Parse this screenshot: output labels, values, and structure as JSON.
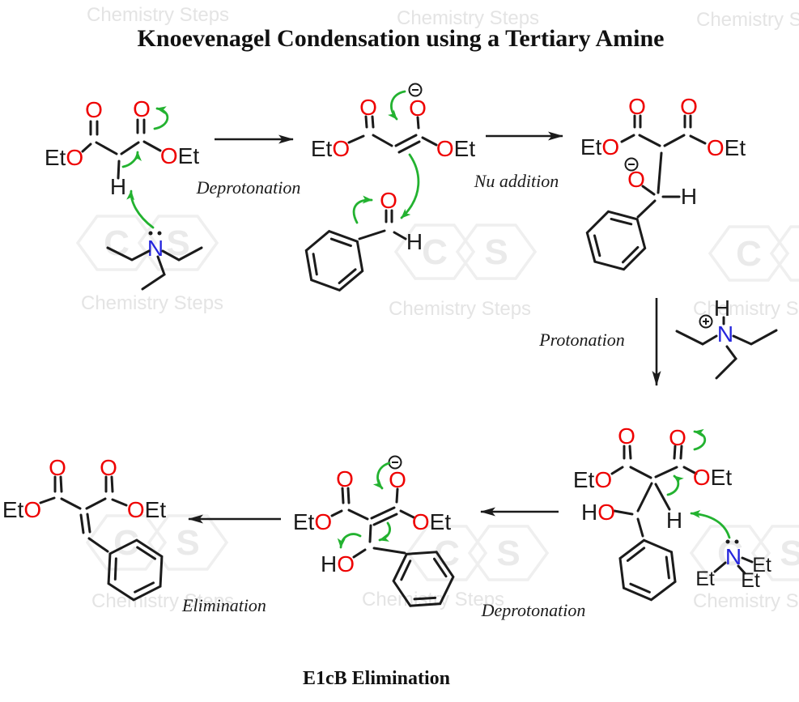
{
  "title": "Knoevenagel Condensation using a Tertiary Amine",
  "mechanism_label": "E1cB Elimination",
  "steps": {
    "deprotonation1": "Deprotonation",
    "nu_addition": "Nu addition",
    "protonation": "Protonation",
    "deprotonation2": "Deprotonation",
    "elimination": "Elimination"
  },
  "atoms": {
    "et": "Et",
    "o": "O",
    "h": "H",
    "n": "N"
  },
  "watermark": {
    "text": "Chemistry Steps",
    "letter_c": "C",
    "letter_s": "S"
  },
  "icons": {
    "minus_charge": "circled minus",
    "plus_charge": "circled plus",
    "lone_pair": "two dots"
  },
  "colors": {
    "oxygen": "#ee0000",
    "nitrogen": "#2525dd",
    "curved_arrow": "#23b230",
    "bond": "#1b1b1b",
    "watermark": "#e4e4e4"
  }
}
